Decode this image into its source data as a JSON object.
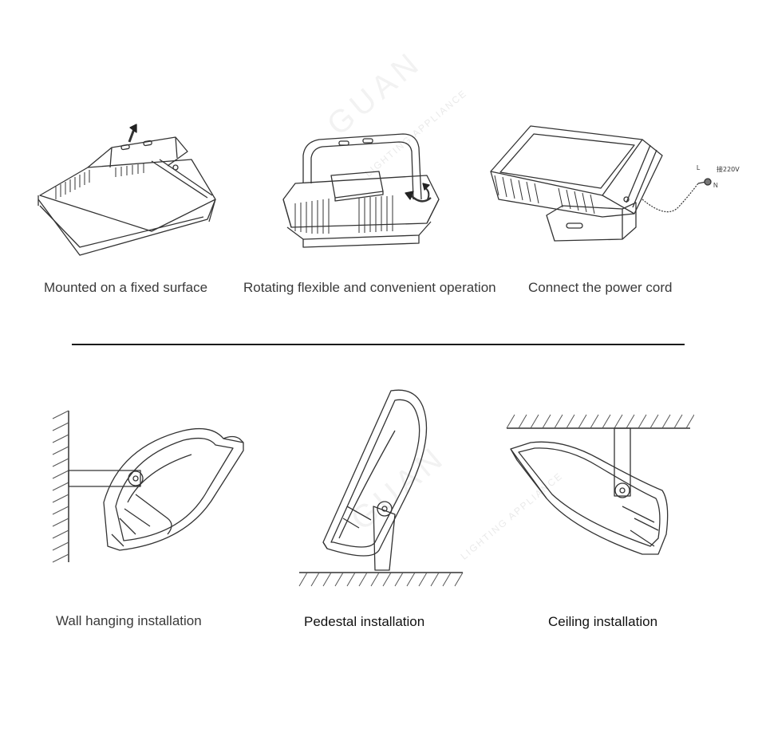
{
  "top_row": {
    "fixed_surface": {
      "caption": "Mounted on a fixed surface"
    },
    "rotating": {
      "caption": "Rotating flexible and convenient operation"
    },
    "power_cord": {
      "caption": "Connect the power cord",
      "wire_label": "接220V",
      "terminal_l": "L",
      "terminal_n": "N"
    }
  },
  "bottom_row": {
    "wall": {
      "caption": "Wall hanging installation"
    },
    "pedestal": {
      "caption": "Pedestal installation"
    },
    "ceiling": {
      "caption": "Ceiling installation"
    }
  },
  "watermark": {
    "brand": "GUAN",
    "sub": "LIGHTING APPLIANCE"
  },
  "colors": {
    "line": "#333333",
    "hatch": "#555555",
    "caption_top": "#3a3a3a",
    "caption_bottom": "#111111",
    "divider": "#1a1a1a",
    "watermark": "#dcdcdc"
  }
}
